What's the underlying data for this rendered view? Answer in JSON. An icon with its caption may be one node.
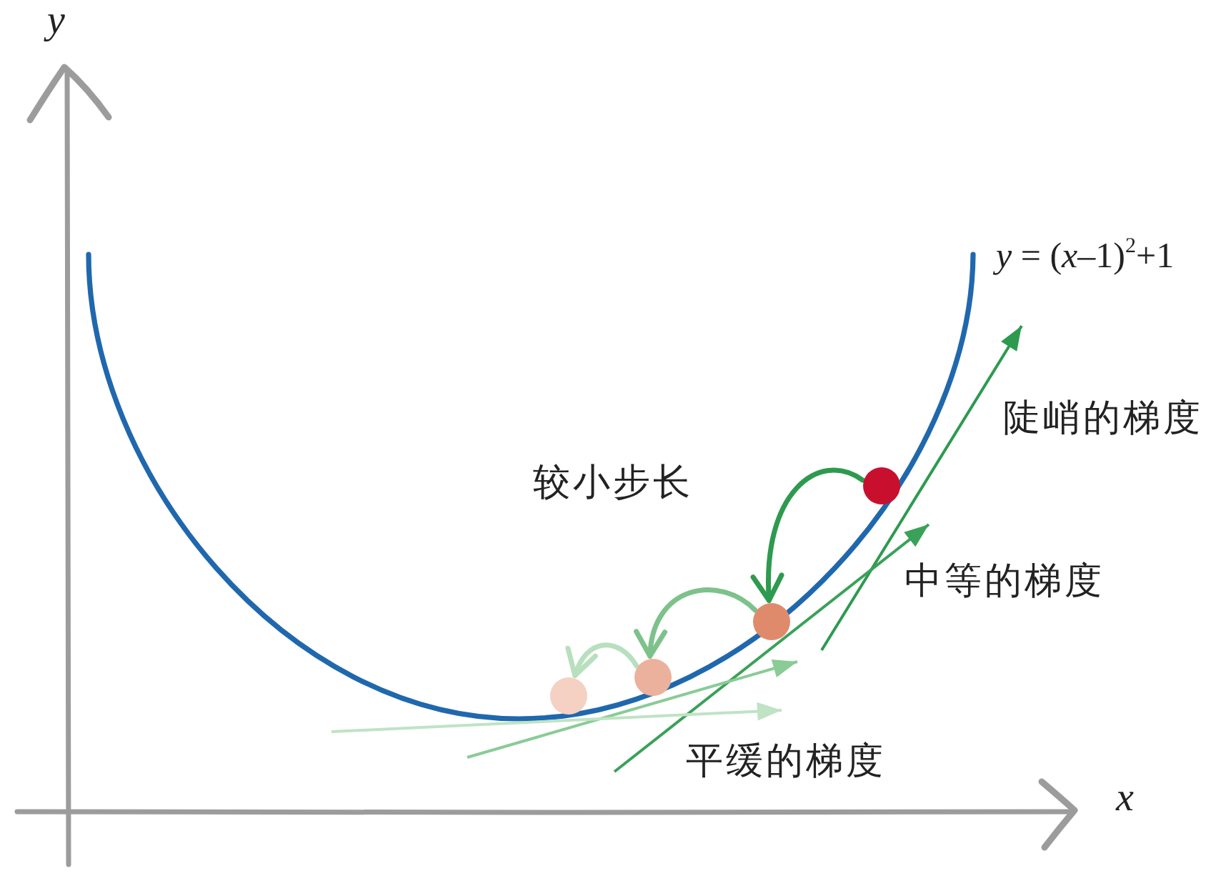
{
  "diagram": {
    "nodes": [
      {
        "text": [],
        "shape": "circle"
      },
      {
        "text": [],
        "shape": "circle"
      },
      {
        "text": [],
        "shape": "circle"
      },
      {
        "text": [],
        "shape": "circle"
      }
    ],
    "edges": [
      {
        "from": 0,
        "to": 1,
        "arrow": "to",
        "color": "#2e9a4f"
      },
      {
        "from": 1,
        "to": 2,
        "arrow": "to",
        "color": "#7dc28b"
      },
      {
        "from": 2,
        "to": 3,
        "arrow": "to",
        "color": "#b8dfbe"
      }
    ],
    "labels": [
      "y",
      "*y* = (*x*–1)$^{2}$+1",
      "陡峭的梯度",
      "较小步长",
      "中等的梯度",
      "平缓的梯度",
      "x"
    ]
  }
}
